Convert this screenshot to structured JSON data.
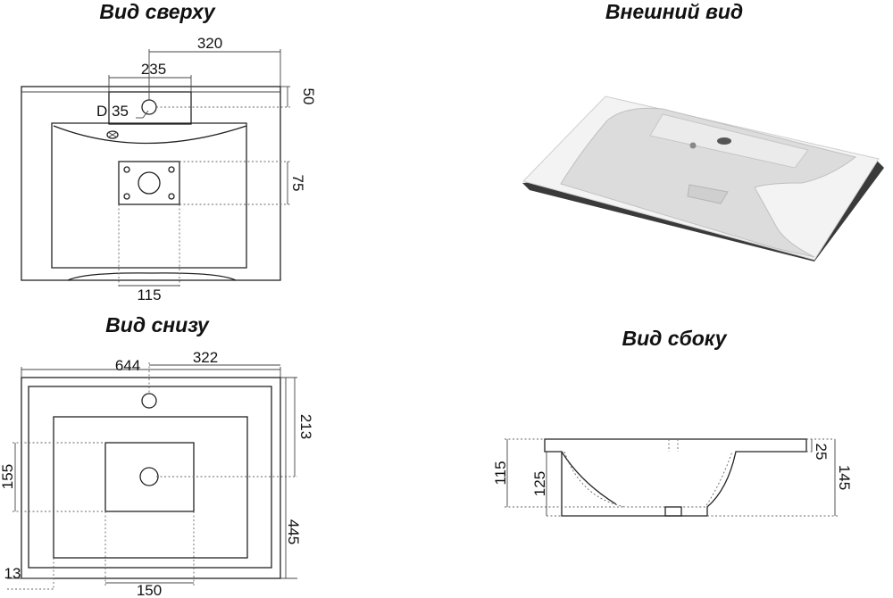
{
  "titles": {
    "top": "Вид сверху",
    "exterior": "Внешний вид",
    "bottom": "Вид снизу",
    "side": "Вид сбоку"
  },
  "top_view": {
    "dim_320": "320",
    "dim_235": "235",
    "dim_50": "50",
    "dim_d35": "D 35",
    "dim_75": "75",
    "dim_115": "115"
  },
  "bottom_view": {
    "dim_644": "644",
    "dim_322": "322",
    "dim_213": "213",
    "dim_155": "155",
    "dim_445": "445",
    "dim_13": "13",
    "dim_150": "150"
  },
  "side_view": {
    "dim_115": "115",
    "dim_125": "125",
    "dim_25": "25",
    "dim_145": "145"
  }
}
